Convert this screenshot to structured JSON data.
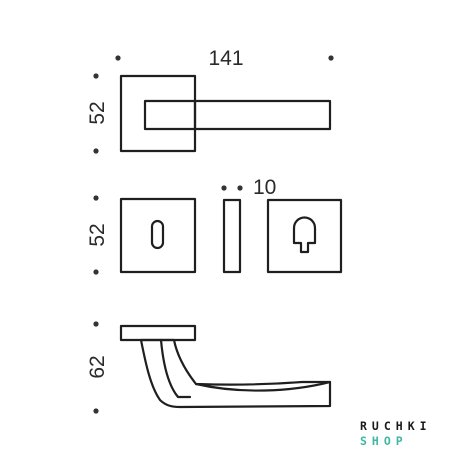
{
  "dimensions": {
    "top_width": "141",
    "top_height": "52",
    "middle_height": "52",
    "middle_thickness": "10",
    "bottom_height": "62"
  },
  "brand": {
    "line1": "RUCHKI",
    "line2": "SHOP",
    "line1_color": "#1a1a1a",
    "line2_color": "#3fb7a3"
  },
  "colors": {
    "stroke": "#1f1f1f",
    "dimension_dot": "#333333",
    "background": "#ffffff"
  }
}
